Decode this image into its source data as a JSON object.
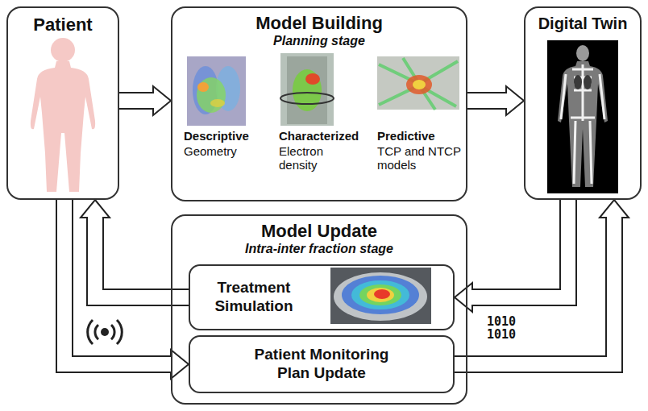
{
  "diagram": {
    "nodes": [
      {
        "text": [
          "Patient"
        ]
      },
      {
        "text": [
          "Model Building",
          "Planning stage"
        ]
      },
      {
        "text": [
          "Digital Twin"
        ]
      },
      {
        "text": [
          "Model Update",
          "Intra-inter fraction stage"
        ]
      },
      {
        "text": [
          "Treatment Simulation"
        ],
        "in": 3
      },
      {
        "text": [
          "Patient Monitoring Plan Update"
        ],
        "in": 3
      }
    ],
    "edges": [
      {
        "from": 0,
        "to": 1,
        "arrow": "to"
      },
      {
        "from": 1,
        "to": 2,
        "arrow": "to"
      },
      {
        "from": 4,
        "to": 0,
        "arrow": "to"
      },
      {
        "from": 0,
        "to": 5,
        "arrow": "to"
      },
      {
        "from": 2,
        "to": 4,
        "arrow": "to"
      },
      {
        "from": 5,
        "to": 2,
        "arrow": "to"
      }
    ],
    "labels": [
      "Descriptive",
      "Geometry",
      "Characterized",
      "Electron density",
      "Predictive",
      "TCP and NTCP models",
      "1010 1010"
    ]
  }
}
